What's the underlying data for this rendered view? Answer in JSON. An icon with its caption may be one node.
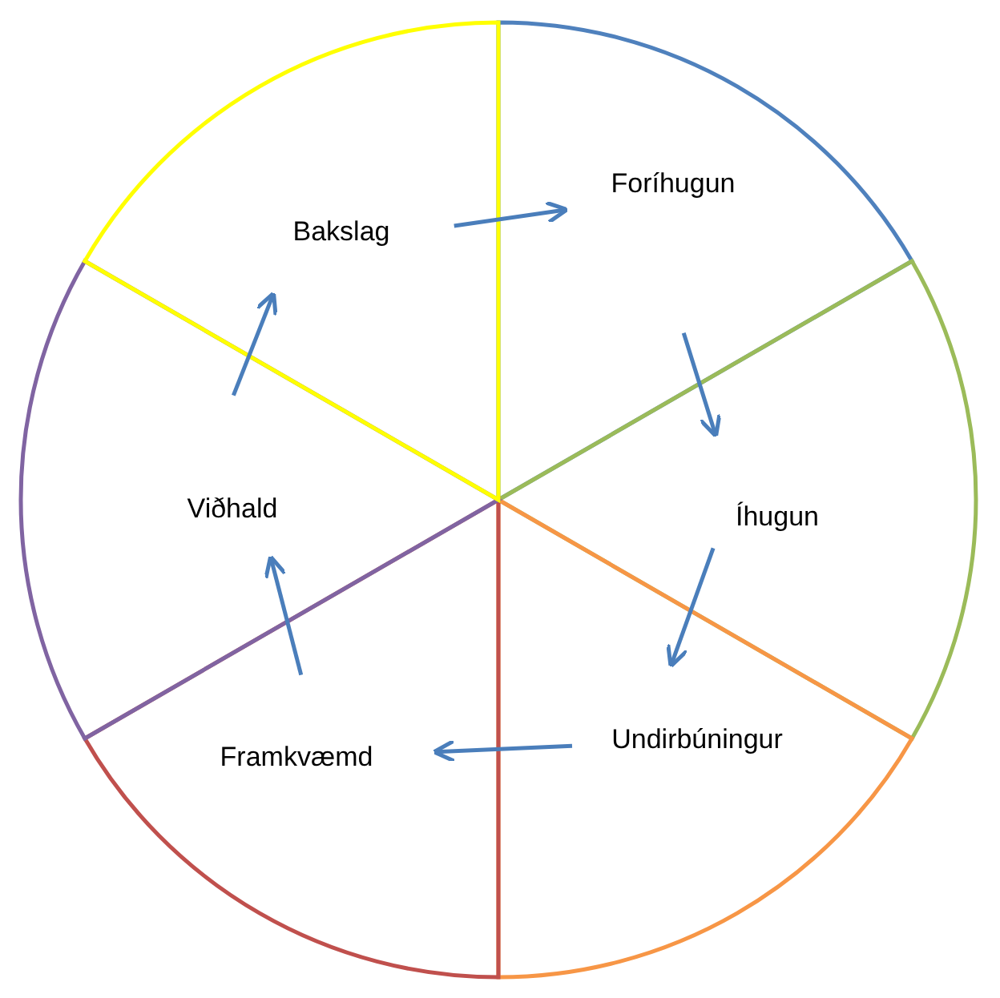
{
  "diagram": {
    "nodes": [
      {
        "text": [
          "Foríhugun"
        ]
      },
      {
        "text": [
          "Íhugun"
        ]
      },
      {
        "text": [
          "Undirbúningur"
        ]
      },
      {
        "text": [
          "Framkvæmd"
        ]
      },
      {
        "text": [
          "Viðhald"
        ]
      },
      {
        "text": [
          "Bakslag"
        ]
      }
    ],
    "edges": [
      {
        "from": 5,
        "to": 0,
        "arrow": "to"
      },
      {
        "from": 0,
        "to": 1,
        "arrow": "to"
      },
      {
        "from": 1,
        "to": 2,
        "arrow": "to"
      },
      {
        "from": 2,
        "to": 3,
        "arrow": "to"
      },
      {
        "from": 3,
        "to": 4,
        "arrow": "to"
      },
      {
        "from": 4,
        "to": 5,
        "arrow": "to"
      }
    ]
  }
}
